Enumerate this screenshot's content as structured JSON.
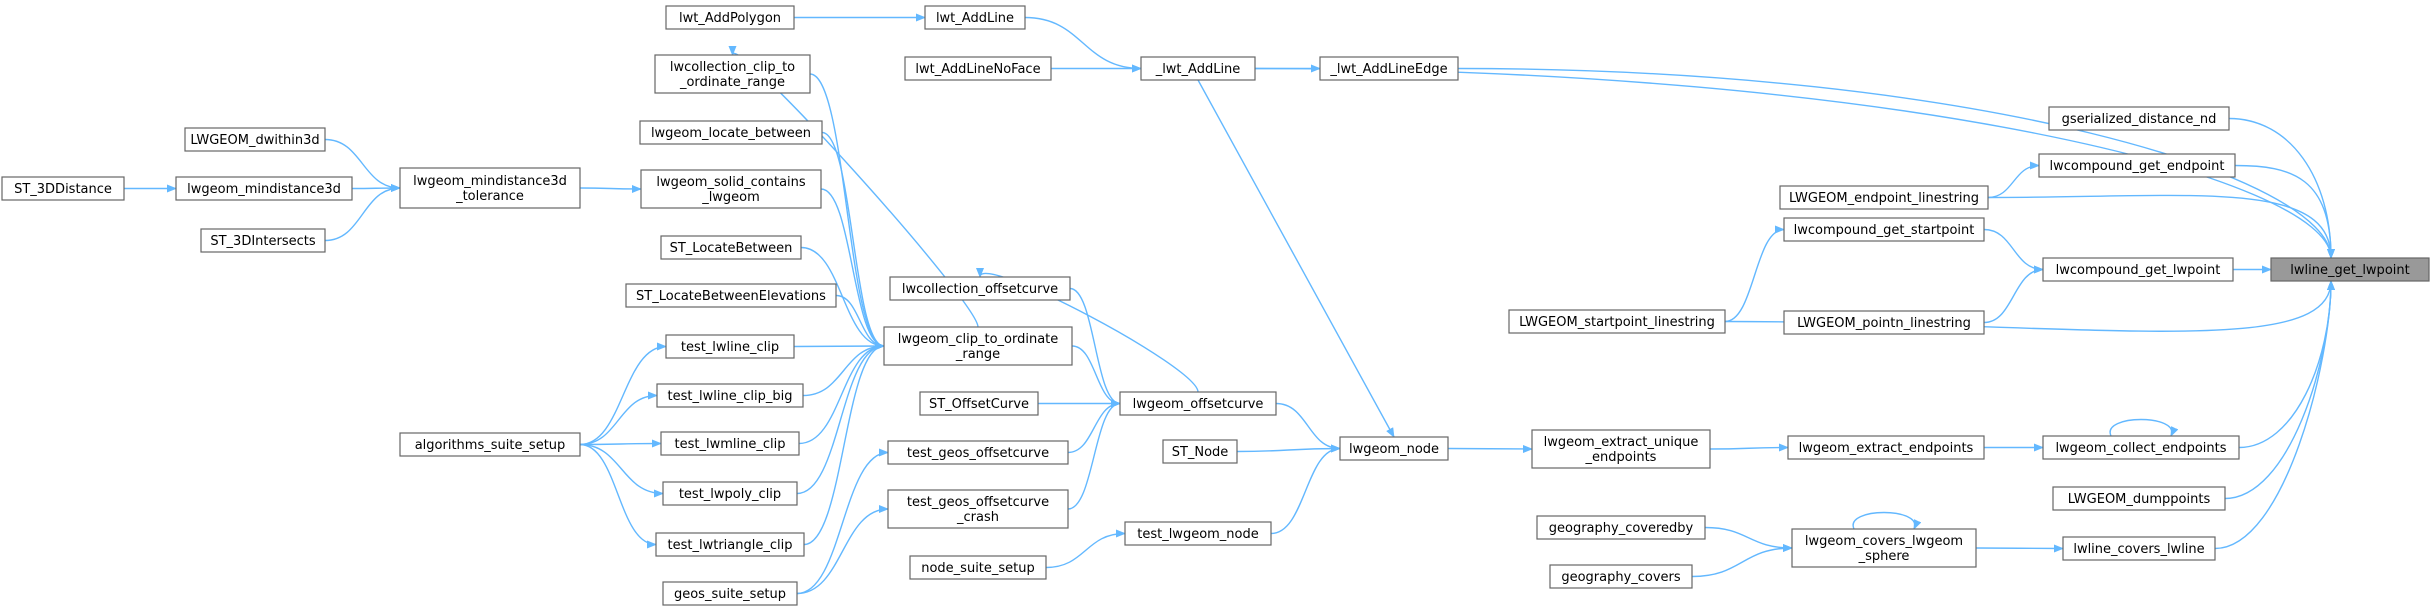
{
  "colors": {
    "edge": "#63b8ff",
    "node_border": "#666666",
    "target_fill": "#999999"
  },
  "nodes": [
    {
      "id": "lwline_get_lwpoint",
      "lines": [
        "lwline_get_lwpoint"
      ],
      "target": true
    },
    {
      "id": "lwt_AddPolygon",
      "lines": [
        "lwt_AddPolygon"
      ]
    },
    {
      "id": "lwt_AddLine",
      "lines": [
        "lwt_AddLine"
      ]
    },
    {
      "id": "lwt_AddLineNoFace",
      "lines": [
        "lwt_AddLineNoFace"
      ]
    },
    {
      "id": "_lwt_AddLine",
      "lines": [
        "_lwt_AddLine"
      ]
    },
    {
      "id": "_lwt_AddLineEdge",
      "lines": [
        "_lwt_AddLineEdge"
      ]
    },
    {
      "id": "gserialized_distance_nd",
      "lines": [
        "gserialized_distance_nd"
      ]
    },
    {
      "id": "lwcompound_get_endpoint",
      "lines": [
        "lwcompound_get_endpoint"
      ]
    },
    {
      "id": "LWGEOM_endpoint_linestring",
      "lines": [
        "LWGEOM_endpoint_linestring"
      ]
    },
    {
      "id": "lwcompound_get_startpoint",
      "lines": [
        "lwcompound_get_startpoint"
      ]
    },
    {
      "id": "lwcompound_get_lwpoint",
      "lines": [
        "lwcompound_get_lwpoint"
      ]
    },
    {
      "id": "LWGEOM_startpoint_linestring",
      "lines": [
        "LWGEOM_startpoint_linestring"
      ]
    },
    {
      "id": "LWGEOM_pointn_linestring",
      "lines": [
        "LWGEOM_pointn_linestring"
      ]
    },
    {
      "id": "lwcollection_clip_to_ordinate_range",
      "lines": [
        "lwcollection_clip_to",
        "_ordinate_range"
      ]
    },
    {
      "id": "lwgeom_locate_between",
      "lines": [
        "lwgeom_locate_between"
      ]
    },
    {
      "id": "LWGEOM_dwithin3d",
      "lines": [
        "LWGEOM_dwithin3d"
      ]
    },
    {
      "id": "lwgeom_mindistance3d_tolerance",
      "lines": [
        "lwgeom_mindistance3d",
        "_tolerance"
      ]
    },
    {
      "id": "ST_3DDistance",
      "lines": [
        "ST_3DDistance"
      ]
    },
    {
      "id": "lwgeom_mindistance3d",
      "lines": [
        "lwgeom_mindistance3d"
      ]
    },
    {
      "id": "ST_3DIntersects",
      "lines": [
        "ST_3DIntersects"
      ]
    },
    {
      "id": "lwgeom_solid_contains_lwgeom",
      "lines": [
        "lwgeom_solid_contains",
        "_lwgeom"
      ]
    },
    {
      "id": "ST_LocateBetween",
      "lines": [
        "ST_LocateBetween"
      ]
    },
    {
      "id": "ST_LocateBetweenElevations",
      "lines": [
        "ST_LocateBetweenElevations"
      ]
    },
    {
      "id": "lwcollection_offsetcurve",
      "lines": [
        "lwcollection_offsetcurve"
      ]
    },
    {
      "id": "lwgeom_clip_to_ordinate_range",
      "lines": [
        "lwgeom_clip_to_ordinate",
        "_range"
      ]
    },
    {
      "id": "test_lwline_clip",
      "lines": [
        "test_lwline_clip"
      ]
    },
    {
      "id": "test_lwline_clip_big",
      "lines": [
        "test_lwline_clip_big"
      ]
    },
    {
      "id": "algorithms_suite_setup",
      "lines": [
        "algorithms_suite_setup"
      ]
    },
    {
      "id": "test_lwmline_clip",
      "lines": [
        "test_lwmline_clip"
      ]
    },
    {
      "id": "test_lwpoly_clip",
      "lines": [
        "test_lwpoly_clip"
      ]
    },
    {
      "id": "test_lwtriangle_clip",
      "lines": [
        "test_lwtriangle_clip"
      ]
    },
    {
      "id": "ST_OffsetCurve",
      "lines": [
        "ST_OffsetCurve"
      ]
    },
    {
      "id": "lwgeom_offsetcurve",
      "lines": [
        "lwgeom_offsetcurve"
      ]
    },
    {
      "id": "test_geos_offsetcurve",
      "lines": [
        "test_geos_offsetcurve"
      ]
    },
    {
      "id": "test_geos_offsetcurve_crash",
      "lines": [
        "test_geos_offsetcurve",
        "_crash"
      ]
    },
    {
      "id": "geos_suite_setup",
      "lines": [
        "geos_suite_setup"
      ]
    },
    {
      "id": "ST_Node",
      "lines": [
        "ST_Node"
      ]
    },
    {
      "id": "lwgeom_node",
      "lines": [
        "lwgeom_node"
      ]
    },
    {
      "id": "node_suite_setup",
      "lines": [
        "node_suite_setup"
      ]
    },
    {
      "id": "test_lwgeom_node",
      "lines": [
        "test_lwgeom_node"
      ]
    },
    {
      "id": "lwgeom_extract_unique_endpoints",
      "lines": [
        "lwgeom_extract_unique",
        "_endpoints"
      ]
    },
    {
      "id": "lwgeom_extract_endpoints",
      "lines": [
        "lwgeom_extract_endpoints"
      ]
    },
    {
      "id": "lwgeom_collect_endpoints",
      "lines": [
        "lwgeom_collect_endpoints"
      ]
    },
    {
      "id": "LWGEOM_dumppoints",
      "lines": [
        "LWGEOM_dumppoints"
      ]
    },
    {
      "id": "geography_coveredby",
      "lines": [
        "geography_coveredby"
      ]
    },
    {
      "id": "geography_covers",
      "lines": [
        "geography_covers"
      ]
    },
    {
      "id": "lwgeom_covers_lwgeom_sphere",
      "lines": [
        "lwgeom_covers_lwgeom",
        "_sphere"
      ]
    },
    {
      "id": "lwline_covers_lwline",
      "lines": [
        "lwline_covers_lwline"
      ]
    }
  ],
  "edges": [
    [
      "lwt_AddPolygon",
      "lwt_AddLine"
    ],
    [
      "lwt_AddLine",
      "_lwt_AddLine"
    ],
    [
      "lwt_AddLineNoFace",
      "_lwt_AddLine"
    ],
    [
      "_lwt_AddLine",
      "lwline_get_lwpoint"
    ],
    [
      "_lwt_AddLine",
      "_lwt_AddLineEdge"
    ],
    [
      "_lwt_AddLine",
      "lwgeom_node"
    ],
    [
      "_lwt_AddLineEdge",
      "lwline_get_lwpoint"
    ],
    [
      "gserialized_distance_nd",
      "lwline_get_lwpoint"
    ],
    [
      "lwcompound_get_endpoint",
      "lwline_get_lwpoint"
    ],
    [
      "LWGEOM_endpoint_linestring",
      "lwcompound_get_endpoint"
    ],
    [
      "LWGEOM_endpoint_linestring",
      "lwline_get_lwpoint"
    ],
    [
      "lwcompound_get_lwpoint",
      "lwline_get_lwpoint"
    ],
    [
      "lwcompound_get_startpoint",
      "lwcompound_get_lwpoint"
    ],
    [
      "LWGEOM_startpoint_linestring",
      "lwcompound_get_startpoint"
    ],
    [
      "LWGEOM_startpoint_linestring",
      "lwline_get_lwpoint"
    ],
    [
      "LWGEOM_pointn_linestring",
      "lwcompound_get_lwpoint"
    ],
    [
      "LWGEOM_dwithin3d",
      "lwgeom_mindistance3d_tolerance"
    ],
    [
      "ST_3DDistance",
      "lwgeom_mindistance3d"
    ],
    [
      "lwgeom_mindistance3d",
      "lwgeom_mindistance3d_tolerance"
    ],
    [
      "ST_3DIntersects",
      "lwgeom_mindistance3d_tolerance"
    ],
    [
      "lwgeom_mindistance3d_tolerance",
      "lwgeom_solid_contains_lwgeom"
    ],
    [
      "lwcollection_clip_to_ordinate_range",
      "lwgeom_clip_to_ordinate_range"
    ],
    [
      "lwgeom_clip_to_ordinate_range",
      "lwcollection_clip_to_ordinate_range"
    ],
    [
      "lwgeom_locate_between",
      "lwgeom_clip_to_ordinate_range"
    ],
    [
      "lwgeom_solid_contains_lwgeom",
      "lwgeom_clip_to_ordinate_range"
    ],
    [
      "ST_LocateBetween",
      "lwgeom_clip_to_ordinate_range"
    ],
    [
      "ST_LocateBetweenElevations",
      "lwgeom_clip_to_ordinate_range"
    ],
    [
      "test_lwline_clip",
      "lwgeom_clip_to_ordinate_range"
    ],
    [
      "test_lwline_clip_big",
      "lwgeom_clip_to_ordinate_range"
    ],
    [
      "test_lwmline_clip",
      "lwgeom_clip_to_ordinate_range"
    ],
    [
      "test_lwpoly_clip",
      "lwgeom_clip_to_ordinate_range"
    ],
    [
      "test_lwtriangle_clip",
      "lwgeom_clip_to_ordinate_range"
    ],
    [
      "algorithms_suite_setup",
      "test_lwline_clip"
    ],
    [
      "algorithms_suite_setup",
      "test_lwline_clip_big"
    ],
    [
      "algorithms_suite_setup",
      "test_lwmline_clip"
    ],
    [
      "algorithms_suite_setup",
      "test_lwpoly_clip"
    ],
    [
      "algorithms_suite_setup",
      "test_lwtriangle_clip"
    ],
    [
      "lwgeom_clip_to_ordinate_range",
      "lwgeom_offsetcurve"
    ],
    [
      "lwcollection_offsetcurve",
      "lwgeom_offsetcurve"
    ],
    [
      "lwgeom_offsetcurve",
      "lwcollection_offsetcurve"
    ],
    [
      "ST_OffsetCurve",
      "lwgeom_offsetcurve"
    ],
    [
      "test_geos_offsetcurve",
      "lwgeom_offsetcurve"
    ],
    [
      "test_geos_offsetcurve_crash",
      "lwgeom_offsetcurve"
    ],
    [
      "geos_suite_setup",
      "test_geos_offsetcurve"
    ],
    [
      "geos_suite_setup",
      "test_geos_offsetcurve_crash"
    ],
    [
      "lwgeom_offsetcurve",
      "lwgeom_node"
    ],
    [
      "ST_Node",
      "lwgeom_node"
    ],
    [
      "test_lwgeom_node",
      "lwgeom_node"
    ],
    [
      "node_suite_setup",
      "test_lwgeom_node"
    ],
    [
      "lwgeom_node",
      "lwgeom_extract_unique_endpoints"
    ],
    [
      "lwgeom_extract_unique_endpoints",
      "lwgeom_extract_endpoints"
    ],
    [
      "lwgeom_extract_endpoints",
      "lwgeom_collect_endpoints"
    ],
    [
      "lwgeom_collect_endpoints",
      "lwgeom_collect_endpoints"
    ],
    [
      "lwgeom_collect_endpoints",
      "lwline_get_lwpoint"
    ],
    [
      "LWGEOM_dumppoints",
      "lwline_get_lwpoint"
    ],
    [
      "geography_coveredby",
      "lwgeom_covers_lwgeom_sphere"
    ],
    [
      "geography_covers",
      "lwgeom_covers_lwgeom_sphere"
    ],
    [
      "lwgeom_covers_lwgeom_sphere",
      "lwgeom_covers_lwgeom_sphere"
    ],
    [
      "lwgeom_covers_lwgeom_sphere",
      "lwline_covers_lwline"
    ],
    [
      "lwline_covers_lwline",
      "lwline_get_lwpoint"
    ]
  ]
}
